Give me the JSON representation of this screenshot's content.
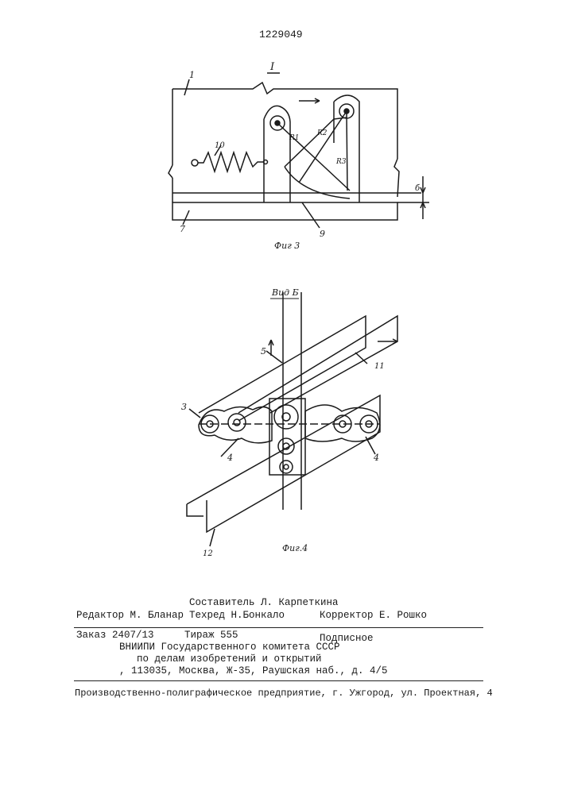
{
  "header": {
    "patent_number": "1229049"
  },
  "figure3": {
    "caption": "Фиг 3",
    "section_mark": "I",
    "labels": {
      "l1": "1",
      "l7": "7",
      "l9": "9",
      "l10": "10",
      "r1": "R1",
      "r2": "R2",
      "r3": "R3",
      "dim_b": "б"
    }
  },
  "figure4": {
    "view_title": "Вид Б",
    "caption": "Фиг.4",
    "labels": {
      "l3": "3",
      "l4a": "4",
      "l4b": "4",
      "l5": "5",
      "l11": "11",
      "l12": "12"
    }
  },
  "colophon": {
    "compiler": "Составитель Л. Карпеткина",
    "editor": "Редактор М. Бланар",
    "techred": "Техред Н.Бонкало",
    "corrector": "Корректор Е. Рошко",
    "order": "Заказ 2407/13",
    "circulation": "Тираж 555",
    "subscription": "Подписное",
    "org_line1": "ВНИИПИ Государственного комитета СССР",
    "org_line2": "по делам изобретений и открытий",
    "address": ", 113035, Москва, Ж-35, Раушская наб., д. 4/5",
    "printer": "Производственно-полиграфическое предприятие, г. Ужгород, ул. Проектная, 4"
  }
}
